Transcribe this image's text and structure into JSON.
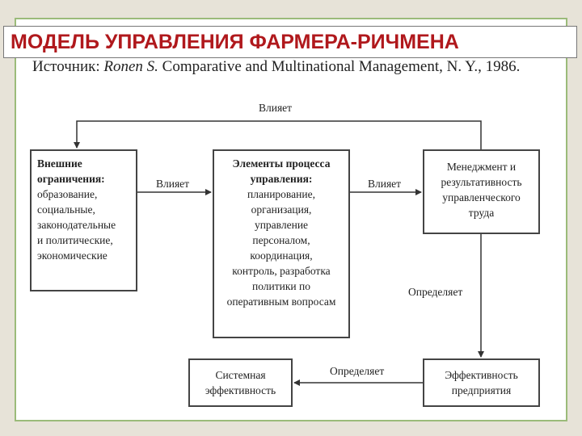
{
  "title": "МОДЕЛЬ УПРАВЛЕНИЯ ФАРМЕРА-РИЧМЕНА",
  "source": {
    "prefix": "Источник: ",
    "author": "Ronen S.",
    "rest": " Comparative and Multinational Management, N. Y., 1986."
  },
  "boxes": {
    "external": {
      "heading": "Внешние ограничения:",
      "lines": [
        "образование,",
        "социальные,",
        "законодательные",
        "и политические,",
        "экономические"
      ]
    },
    "elements": {
      "heading": "Элементы процесса управления:",
      "lines": [
        "планирование,",
        "организация,",
        "управление",
        "персоналом,",
        "координация,",
        "контроль, разработка",
        "политики по",
        "оперативным вопросам"
      ]
    },
    "management": {
      "lines": [
        "Менеджмент и",
        "результативность",
        "управленческого",
        "труда"
      ]
    },
    "enterprise": {
      "lines": [
        "Эффективность",
        "предприятия"
      ]
    },
    "system": {
      "lines": [
        "Системная",
        "эффективность"
      ]
    }
  },
  "labels": {
    "top": "Влияет",
    "left": "Влияет",
    "right": "Влияет",
    "determines_down": "Определяет",
    "determines_left": "Определяет"
  },
  "colors": {
    "title": "#b0181c",
    "frame": "#9bbb7a",
    "background": "#e7e3d8"
  }
}
